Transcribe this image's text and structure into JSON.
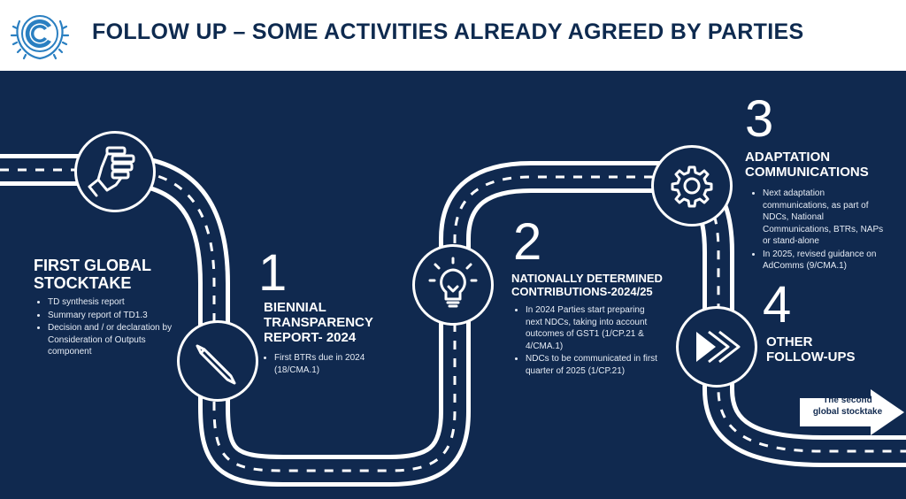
{
  "header": {
    "title": "FOLLOW UP – SOME ACTIVITIES ALREADY AGREED BY PARTIES",
    "logo_icon": "unfccc-logo-icon"
  },
  "colors": {
    "panel": "#10294f",
    "road": "#ffffff",
    "text": "#ffffff"
  },
  "sections": {
    "gst": {
      "heading": "FIRST GLOBAL\nSTOCKTAKE",
      "icon": "hand-icon",
      "bullets": [
        "TD synthesis report",
        "Summary report of TD1.3",
        "Decision and / or declaration by Consideration of Outputs component"
      ]
    },
    "btr": {
      "number": "1",
      "heading": "BIENNIAL\nTRANSPARENCY\nREPORT- 2024",
      "icon": "pencil-icon",
      "bullets": [
        "First BTRs due in 2024 (18/CMA.1)"
      ]
    },
    "ndc": {
      "number": "2",
      "heading": "NATIONALLY DETERMINED\nCONTRIBUTIONS-2024/25",
      "icon": "lightbulb-icon",
      "bullets": [
        "In 2024 Parties start preparing next NDCs, taking into account outcomes of GST1 (1/CP.21 & 4/CMA.1)",
        "NDCs to be communicated in first quarter of 2025 (1/CP.21)"
      ]
    },
    "adaptation": {
      "number": "3",
      "heading": "ADAPTATION\nCOMMUNICATIONS",
      "icon": "gear-icon",
      "bullets": [
        "Next adaptation communications, as part of NDCs, National Communications, BTRs, NAPs or stand-alone",
        "In 2025, revised guidance on AdComms (9/CMA.1)"
      ]
    },
    "other": {
      "number": "4",
      "heading": "OTHER\nFOLLOW-UPS",
      "icon": "fast-forward-icon"
    }
  },
  "end_arrow": {
    "label": "The second\nglobal stocktake"
  }
}
